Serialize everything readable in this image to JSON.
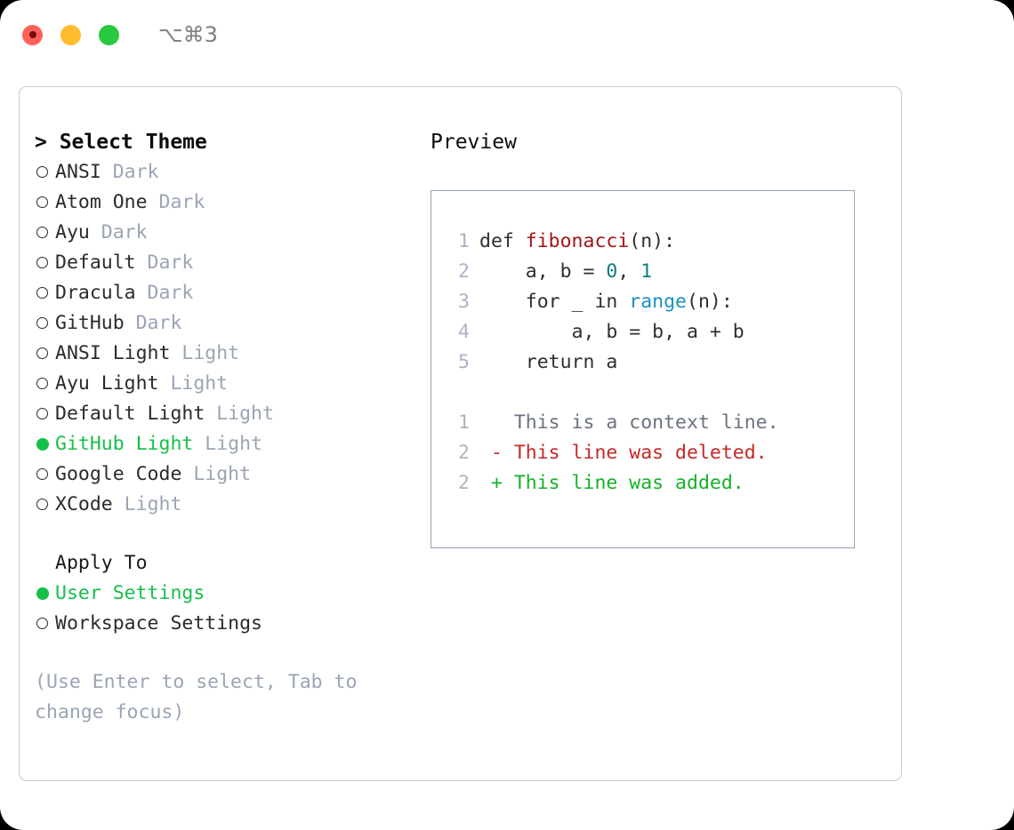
{
  "titlebar": {
    "shortcut": "⌥⌘3",
    "lights": [
      "close-red",
      "minimize-yellow",
      "maximize-green"
    ]
  },
  "theme_picker": {
    "heading": "> Select Theme",
    "items": [
      {
        "marker": "o",
        "label": "ANSI",
        "suffix": "Dark",
        "selected": false
      },
      {
        "marker": "o",
        "label": "Atom One",
        "suffix": "Dark",
        "selected": false
      },
      {
        "marker": "o",
        "label": "Ayu",
        "suffix": "Dark",
        "selected": false
      },
      {
        "marker": "o",
        "label": "Default",
        "suffix": "Dark",
        "selected": false
      },
      {
        "marker": "o",
        "label": "Dracula",
        "suffix": "Dark",
        "selected": false
      },
      {
        "marker": "o",
        "label": "GitHub",
        "suffix": "Dark",
        "selected": false
      },
      {
        "marker": "o",
        "label": "ANSI Light",
        "suffix": "Light",
        "selected": false
      },
      {
        "marker": "o",
        "label": "Ayu Light",
        "suffix": "Light",
        "selected": false
      },
      {
        "marker": "o",
        "label": "Default Light",
        "suffix": "Light",
        "selected": false
      },
      {
        "marker": "●",
        "label": "GitHub Light",
        "suffix": "Light",
        "selected": true
      },
      {
        "marker": "o",
        "label": "Google Code",
        "suffix": "Light",
        "selected": false
      },
      {
        "marker": "o",
        "label": "XCode",
        "suffix": "Light",
        "selected": false
      }
    ]
  },
  "apply_to": {
    "heading": "Apply To",
    "items": [
      {
        "marker": "●",
        "label": "User Settings",
        "selected": true
      },
      {
        "marker": "o",
        "label": "Workspace Settings",
        "selected": false
      }
    ]
  },
  "hint": "(Use Enter to select, Tab to change focus)",
  "preview": {
    "title": "Preview",
    "code_lines": [
      {
        "no": "1",
        "indent": "",
        "segments": [
          {
            "text": "def ",
            "token": "plain"
          },
          {
            "text": "fibonacci",
            "token": "fn"
          },
          {
            "text": "(n):",
            "token": "plain"
          }
        ]
      },
      {
        "no": "2",
        "indent": "    ",
        "segments": [
          {
            "text": "a, b = ",
            "token": "plain"
          },
          {
            "text": "0",
            "token": "num"
          },
          {
            "text": ", ",
            "token": "plain"
          },
          {
            "text": "1",
            "token": "num"
          }
        ]
      },
      {
        "no": "3",
        "indent": "    ",
        "segments": [
          {
            "text": "for _ in ",
            "token": "plain"
          },
          {
            "text": "range",
            "token": "call"
          },
          {
            "text": "(n):",
            "token": "plain"
          }
        ]
      },
      {
        "no": "4",
        "indent": "        ",
        "segments": [
          {
            "text": "a, b = b, a + b",
            "token": "plain"
          }
        ]
      },
      {
        "no": "5",
        "indent": "    ",
        "segments": [
          {
            "text": "return a",
            "token": "plain"
          }
        ]
      }
    ],
    "diff_lines": [
      {
        "no": "1",
        "sign": " ",
        "text": "This is a context line.",
        "kind": "context"
      },
      {
        "no": "2",
        "sign": "-",
        "text": "This line was deleted.",
        "kind": "del"
      },
      {
        "no": "2",
        "sign": "+",
        "text": "This line was added.",
        "kind": "add"
      }
    ]
  },
  "colors": {
    "accent_green": "#17bf4a",
    "muted_blue_gray": "#9aa5b5",
    "border": "#c3cbd6",
    "preview_border": "#94a3b8",
    "diff_delete": "#c62828",
    "diff_add": "#16b028",
    "token_function": "#a31515",
    "token_number": "#0f7d7d",
    "token_call": "#1d8fc4",
    "light_red": "#ff6058",
    "light_yellow": "#ffbd2e",
    "light_green": "#28c93f"
  }
}
